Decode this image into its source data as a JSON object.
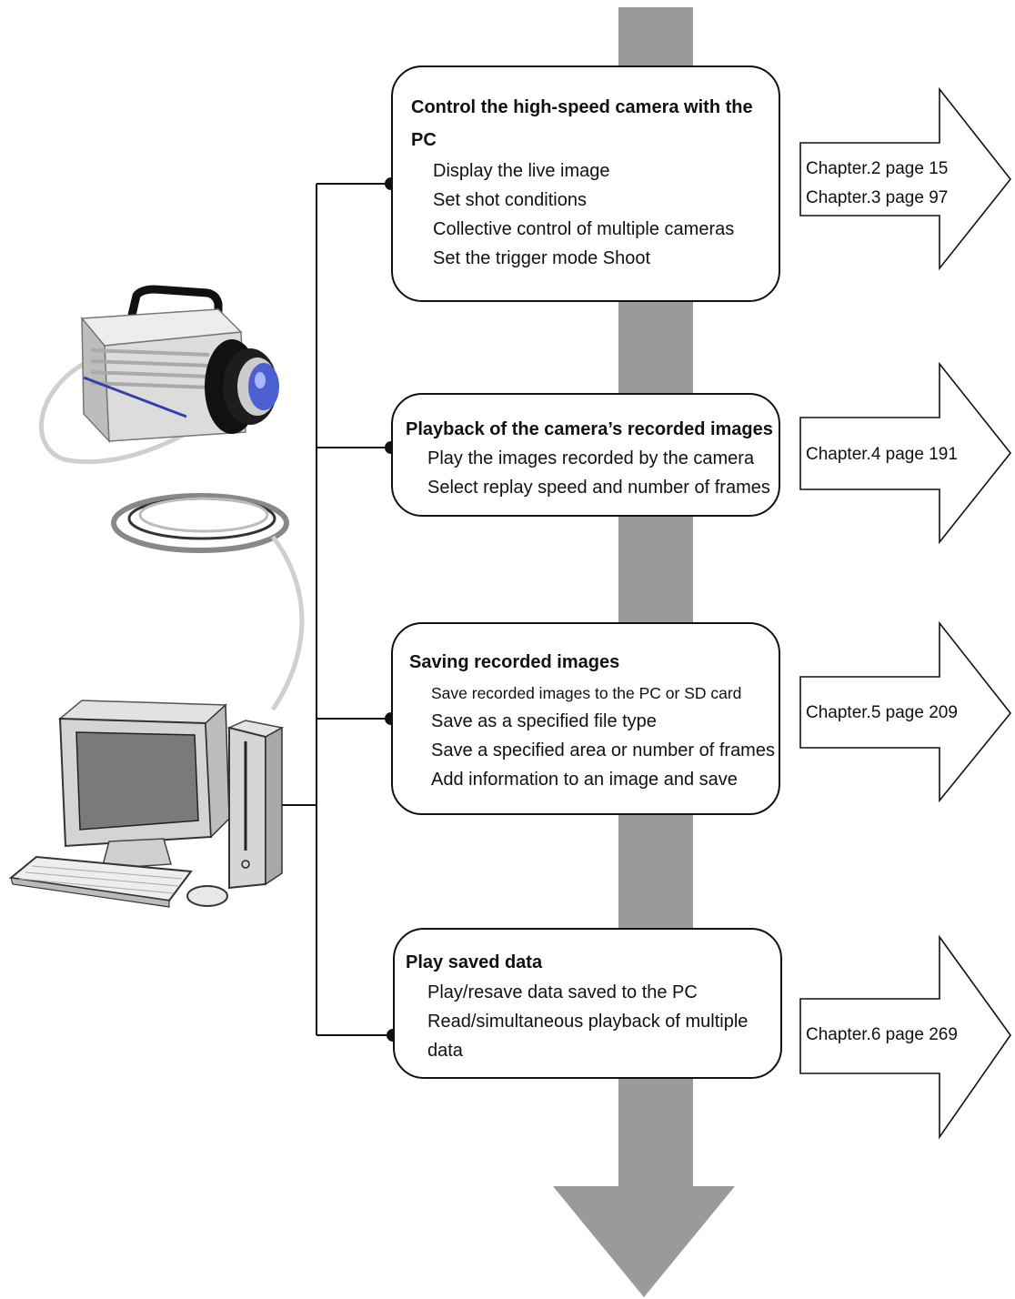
{
  "steps": [
    {
      "title_line1": "Control the high-speed camera with the",
      "title_line2": "PC",
      "items": [
        "Display the live image",
        "Set shot conditions",
        "Collective control of multiple cameras",
        "Set the trigger mode Shoot"
      ],
      "chapters": [
        "Chapter.2 page 15",
        "Chapter.3 page 97"
      ]
    },
    {
      "title_line1": "Playback of the camera’s recorded images",
      "items": [
        "Play the images recorded by the camera",
        "Select replay speed and number of frames"
      ],
      "chapters": [
        "Chapter.4 page 191"
      ]
    },
    {
      "title_line1": "Saving recorded images",
      "items": [
        "Save recorded images to the PC or SD card",
        "Save as a specified file type",
        "Save a specified area or number of frames",
        "Add information to an image and save"
      ],
      "chapters": [
        "Chapter.5 page 209"
      ]
    },
    {
      "title_line1": "Play saved data",
      "items": [
        "Play/resave data saved to the PC",
        "Read/simultaneous playback of multiple",
        "data"
      ],
      "chapters": [
        "Chapter.6 page 269"
      ]
    }
  ],
  "colors": {
    "flow_arrow": "#9a9a9a",
    "line": "#111111",
    "camera_body": "#d9d9d9",
    "lens": "#4a5fd0"
  }
}
